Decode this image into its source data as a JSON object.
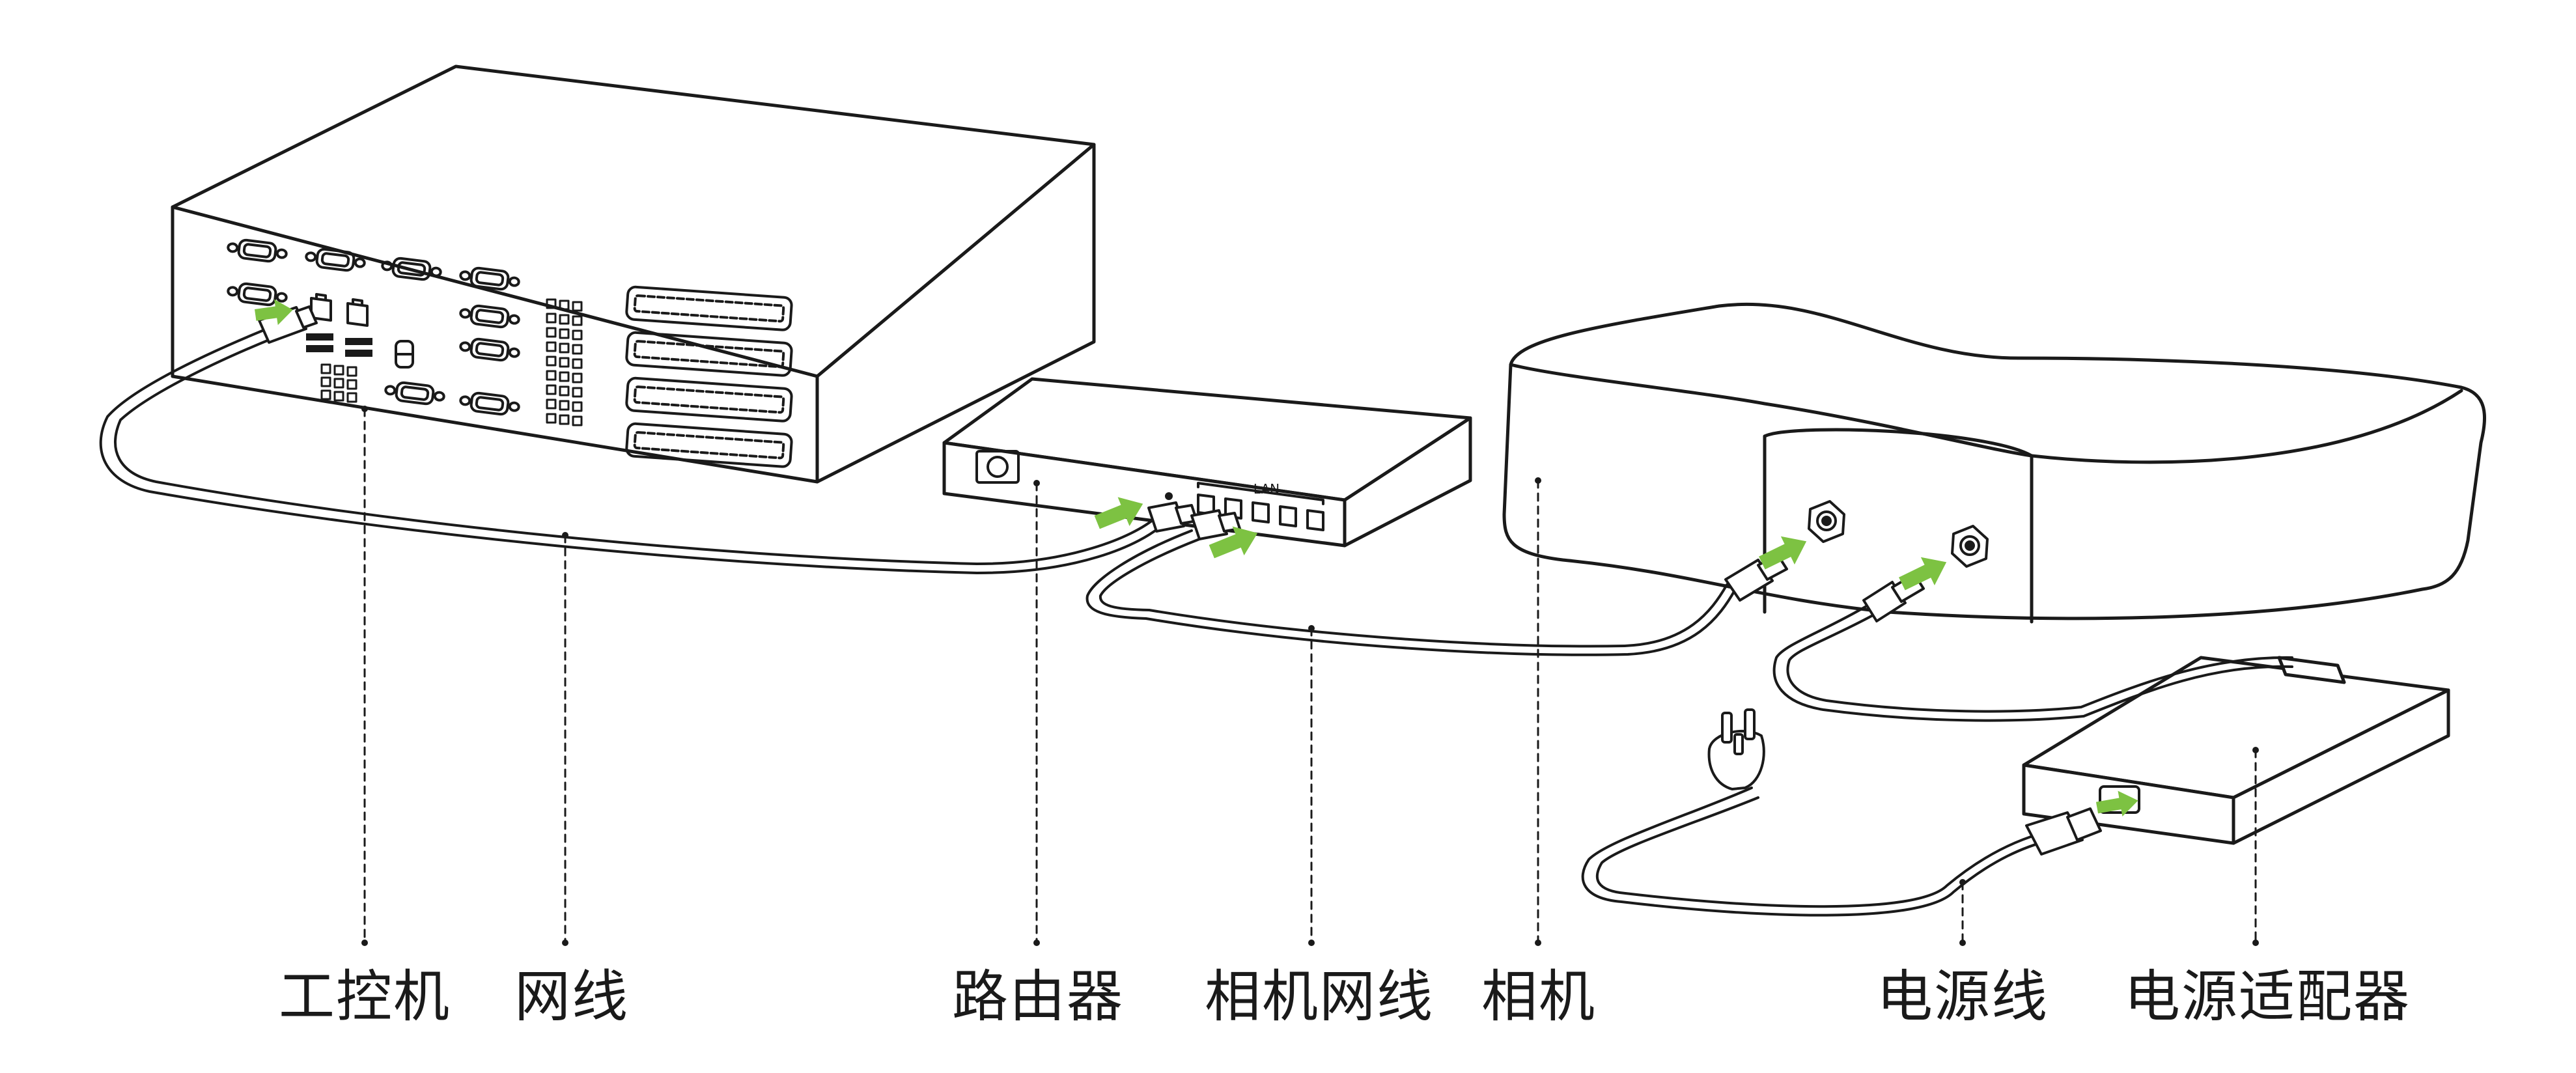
{
  "colors": {
    "line": "#1a1a1a",
    "arrow": "#7dc242",
    "background": "#ffffff"
  },
  "device_text": {
    "router_port_label": "LAN"
  },
  "labels": [
    {
      "id": "ipc",
      "text": "工控机"
    },
    {
      "id": "network-cable",
      "text": "网线"
    },
    {
      "id": "router",
      "text": "路由器"
    },
    {
      "id": "camera-cable",
      "text": "相机网线"
    },
    {
      "id": "camera",
      "text": "相机"
    },
    {
      "id": "power-cable",
      "text": "电源线"
    },
    {
      "id": "power-adapter",
      "text": "电源适配器"
    }
  ]
}
